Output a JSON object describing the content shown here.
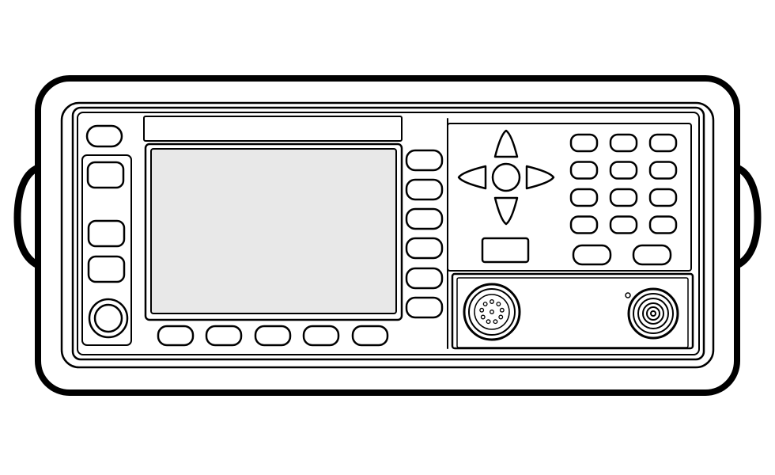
{
  "palette": {
    "outline": "#000000",
    "panel": "#ffffff",
    "screen": "#e8e8e8"
  },
  "device": {
    "kind": "bench-instrument-front-panel-line-drawing",
    "left_softkeys": 3,
    "left_knob": "rotary-knob",
    "display": "lcd-screen",
    "right_softkeys": 6,
    "bottom_softkeys": 5,
    "arrow_pad": [
      "up-arrow-icon",
      "down-arrow-icon",
      "left-arrow-icon",
      "right-arrow-icon",
      "select-button"
    ],
    "keypad": {
      "rows": 4,
      "cols": 3
    },
    "wide_keys": 3,
    "connectors": [
      "multi-pin-connector-icon",
      "bnc-connector-icon"
    ],
    "indicator": "status-led"
  }
}
